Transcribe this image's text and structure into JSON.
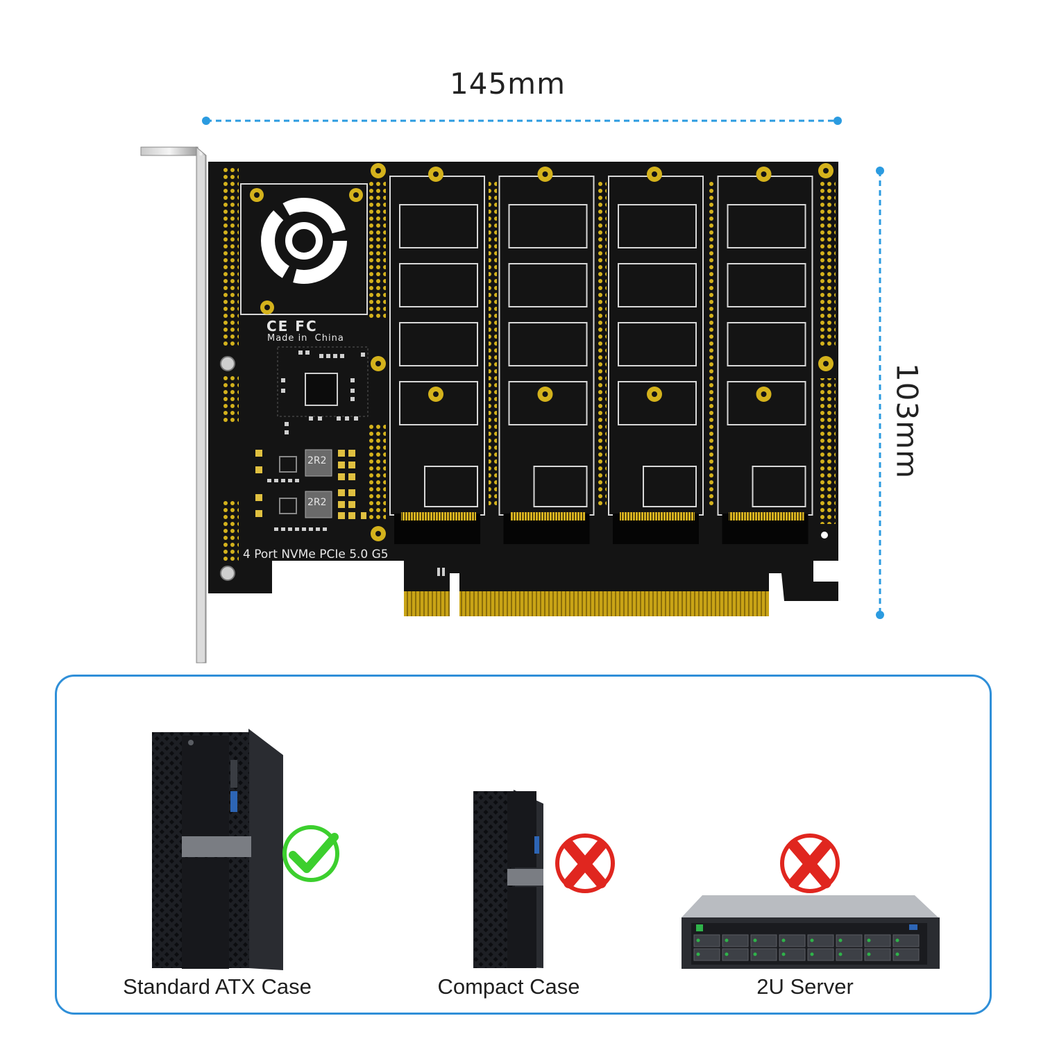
{
  "dimensions": {
    "width_label": "145mm",
    "height_label": "103mm",
    "guide_color": "#2b9be0"
  },
  "card": {
    "board_text": "4 Port NVMe PCIe 5.0 G5",
    "made_in": "Made in  China",
    "cert_marks": "CE FC",
    "inductor_1": "2R2",
    "inductor_2": "2R2",
    "m2_slot_count": 4,
    "board_color": "#141414",
    "gold_color": "#d4b21c"
  },
  "compatibility": {
    "items": [
      {
        "label": "Standard ATX Case",
        "status": "compatible",
        "icon": "green-check-icon"
      },
      {
        "label": "Compact Case",
        "status": "incompatible",
        "icon": "red-cross-icon"
      },
      {
        "label": "2U Server",
        "status": "incompatible",
        "icon": "red-cross-icon"
      }
    ],
    "border_color": "#2f8fd8"
  }
}
